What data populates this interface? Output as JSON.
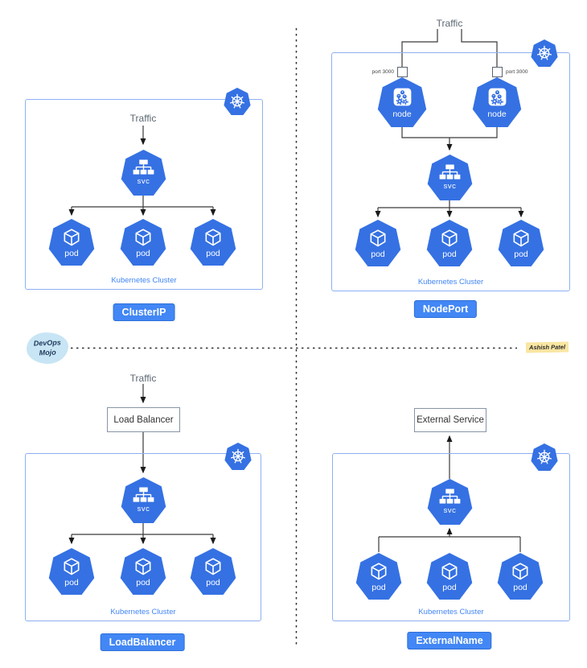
{
  "labels": {
    "traffic": "Traffic",
    "svc": "svc",
    "pod": "pod",
    "node": "node",
    "port": "port 3000",
    "cluster": "Kubernetes Cluster",
    "load_balancer": "Load Balancer",
    "external_service": "External Service"
  },
  "buttons": {
    "clusterip": "ClusterIP",
    "nodeport": "NodePort",
    "loadbalancer": "LoadBalancer",
    "externalname": "ExternalName"
  },
  "badges": {
    "devops_line1": "DevOps",
    "devops_line2": "Mojo",
    "author": "Ashish Patel"
  },
  "icons": {
    "kubernetes_logo": "helm-wheel-heptagon",
    "svc": "service-tree",
    "pod": "cube-wireframe",
    "node": "node-gears"
  },
  "colors": {
    "k8s_blue": "#3571E3",
    "button_blue": "#4287F5",
    "button_border": "#2E6FD9",
    "cluster_border": "#8DB0F2",
    "cluster_label_blue": "#4285F4",
    "traffic_gray": "#5C6772",
    "line_dark": "#3a3a3a",
    "box_border_gray": "#8794A6",
    "devops_bg": "#C7E5F4",
    "devops_text": "#1F3A5F",
    "author_bg": "#F9E6A2",
    "port_text": "#444444"
  }
}
